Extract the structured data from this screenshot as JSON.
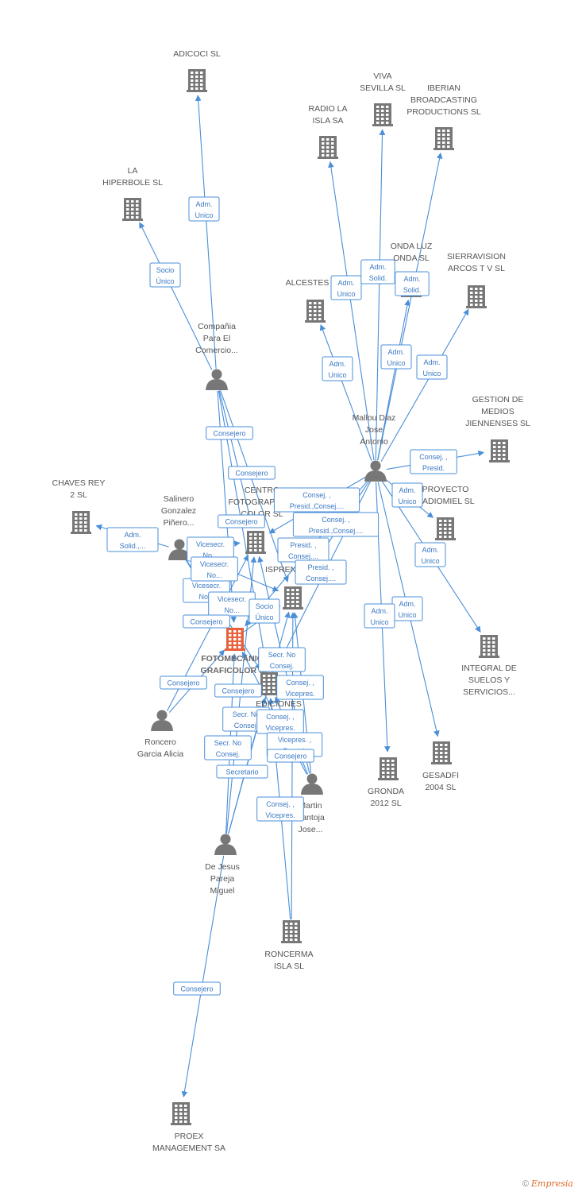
{
  "colors": {
    "edge": "#4a8fd8",
    "company": "#777777",
    "person": "#777777",
    "focus": "#e8603c"
  },
  "nodes": [
    {
      "id": "adicoci",
      "type": "company",
      "label": [
        "ADICOCI SL"
      ]
    },
    {
      "id": "hiperbole",
      "type": "company",
      "label": [
        "LA",
        "HIPERBOLE SL"
      ]
    },
    {
      "id": "compania",
      "type": "person",
      "label": [
        "Compañia",
        "Para El",
        "Comercio..."
      ]
    },
    {
      "id": "viva",
      "type": "company",
      "label": [
        "VIVA",
        "SEVILLA SL"
      ]
    },
    {
      "id": "radio",
      "type": "company",
      "label": [
        "RADIO LA",
        "ISLA SA"
      ]
    },
    {
      "id": "iberian",
      "type": "company",
      "label": [
        "IBERIAN",
        "BROADCASTING",
        "PRODUCTIONS SL"
      ]
    },
    {
      "id": "ondaluz",
      "type": "company",
      "label": [
        "ONDA LUZ",
        "ONDA SL"
      ]
    },
    {
      "id": "sierravision",
      "type": "company",
      "label": [
        "SIERRAVISION",
        "ARCOS T V SL"
      ]
    },
    {
      "id": "alcestes",
      "type": "company",
      "label": [
        "ALCESTES"
      ]
    },
    {
      "id": "mallou",
      "type": "person",
      "label": [
        "Mallou Diaz",
        "Jose",
        "Antonio"
      ]
    },
    {
      "id": "gestion",
      "type": "company",
      "label": [
        "GESTION DE",
        "MEDIOS",
        "JIENNENSES SL"
      ]
    },
    {
      "id": "chaves",
      "type": "company",
      "label": [
        "CHAVES REY",
        "2  SL"
      ]
    },
    {
      "id": "salinero",
      "type": "person",
      "label": [
        "Salinero",
        "Gonzalez",
        "Piñero..."
      ]
    },
    {
      "id": "centro",
      "type": "company",
      "label": [
        "CENTRO",
        "FOTOGRAPHICO",
        "COLOR SL"
      ]
    },
    {
      "id": "proyecto",
      "type": "company",
      "label": [
        "PROYECTO",
        "RADIOMIEL SL"
      ]
    },
    {
      "id": "ispren",
      "type": "company",
      "label": [
        "ISPREN..."
      ]
    },
    {
      "id": "fotomecanica",
      "type": "focus",
      "label": [
        "FOTOMECANICA",
        "GRAFICOLOR SL"
      ]
    },
    {
      "id": "ediciones",
      "type": "company",
      "label": [
        "EDICIONES"
      ]
    },
    {
      "id": "integral",
      "type": "company",
      "label": [
        "INTEGRAL DE",
        "SUELOS Y",
        "SERVICIOS..."
      ]
    },
    {
      "id": "roncero",
      "type": "person",
      "label": [
        "Roncero",
        "Garcia Alicia"
      ]
    },
    {
      "id": "martin",
      "type": "person",
      "label": [
        "Martin",
        "Santoja",
        "Jose..."
      ]
    },
    {
      "id": "gronda",
      "type": "company",
      "label": [
        "GRONDA",
        "2012 SL"
      ]
    },
    {
      "id": "gesadfi",
      "type": "company",
      "label": [
        "GESADFI",
        "2004 SL"
      ]
    },
    {
      "id": "dejesus",
      "type": "person",
      "label": [
        "De Jesus",
        "Pareja",
        "Miguel"
      ]
    },
    {
      "id": "roncerma",
      "type": "company",
      "label": [
        "RONCERMA",
        "ISLA  SL"
      ]
    },
    {
      "id": "proex",
      "type": "company",
      "label": [
        "PROEX",
        "MANAGEMENT SA"
      ]
    }
  ],
  "edges": [
    {
      "from": "compania",
      "to": "adicoci",
      "label": [
        "Adm.",
        "Unico"
      ]
    },
    {
      "from": "compania",
      "to": "hiperbole",
      "label": [
        "Socio",
        "Único"
      ]
    },
    {
      "from": "mallou",
      "to": "radio",
      "label": [
        "Adm.",
        "Unico"
      ]
    },
    {
      "from": "mallou",
      "to": "viva",
      "label": [
        "Adm.",
        "Solid."
      ]
    },
    {
      "from": "mallou",
      "to": "ondaluz",
      "label": [
        "Adm.",
        "Solid."
      ]
    },
    {
      "from": "mallou",
      "to": "iberian",
      "label": [
        "Adm.",
        "Unico"
      ]
    },
    {
      "from": "mallou",
      "to": "alcestes",
      "label": [
        "Adm.",
        "Unico"
      ]
    },
    {
      "from": "mallou",
      "to": "sierravision",
      "label": [
        "Adm.",
        "Unico"
      ]
    },
    {
      "from": "mallou",
      "to": "gestion",
      "label": [
        "Consej. ,",
        "Presid."
      ]
    },
    {
      "from": "mallou",
      "to": "proyecto",
      "label": [
        "Adm.",
        "Unico"
      ]
    },
    {
      "from": "mallou",
      "to": "integral",
      "label": [
        "Adm.",
        "Unico"
      ]
    },
    {
      "from": "mallou",
      "to": "gesadfi",
      "label": [
        "Adm.",
        "Unico"
      ]
    },
    {
      "from": "mallou",
      "to": "gronda",
      "label": [
        "Adm.",
        "Unico"
      ]
    },
    {
      "from": "mallou",
      "to": "centro",
      "label": [
        "Consej. ,",
        "Presid.,Consej...."
      ]
    },
    {
      "from": "mallou",
      "to": "ispren",
      "label": [
        "Consej. ,",
        "Presid.,Consej...."
      ]
    },
    {
      "from": "mallou",
      "to": "fotomecanica",
      "label": [
        "Presid. ,",
        "Consej...."
      ]
    },
    {
      "from": "mallou",
      "to": "ediciones",
      "label": [
        "Presid. ,",
        "Consej...."
      ]
    },
    {
      "from": "salinero",
      "to": "chaves",
      "label": [
        "Adm.",
        "Solid.,..."
      ]
    },
    {
      "from": "compania",
      "to": "fotomecanica",
      "label": [
        "Consejero"
      ]
    },
    {
      "from": "compania",
      "to": "centro",
      "label": [
        "Consejero"
      ]
    },
    {
      "from": "compania",
      "to": "ispren",
      "label": [
        "Consejero"
      ]
    },
    {
      "from": "compania",
      "to": "ediciones",
      "label": [
        "Consejero"
      ]
    },
    {
      "from": "salinero",
      "to": "fotomecanica",
      "label": [
        "Vicesecr.",
        "No..."
      ]
    },
    {
      "from": "salinero",
      "to": "centro",
      "label": [
        "Vicesecr.",
        "No..."
      ]
    },
    {
      "from": "salinero",
      "to": "ispren",
      "label": [
        "Vicesecr.",
        "No..."
      ]
    },
    {
      "from": "salinero",
      "to": "ediciones",
      "label": [
        "Vicesecr.",
        "No..."
      ]
    },
    {
      "from": "fotomecanica",
      "to": "ispren",
      "label": [
        "Socio",
        "Único"
      ]
    },
    {
      "from": "roncero",
      "to": "fotomecanica",
      "label": [
        "Consejero"
      ]
    },
    {
      "from": "roncero",
      "to": "centro",
      "label": [
        "Consejero"
      ]
    },
    {
      "from": "dejesus",
      "to": "fotomecanica",
      "label": [
        "Secr.  No",
        "Consej."
      ]
    },
    {
      "from": "dejesus",
      "to": "centro",
      "label": [
        "Secr.  No",
        "Consej."
      ]
    },
    {
      "from": "dejesus",
      "to": "ispren",
      "label": [
        "Secretario"
      ]
    },
    {
      "from": "dejesus",
      "to": "ediciones",
      "label": [
        "Secr.  No",
        "Consej."
      ]
    },
    {
      "from": "martin",
      "to": "fotomecanica",
      "label": [
        "Consej. ,",
        "Vicepres."
      ]
    },
    {
      "from": "martin",
      "to": "centro",
      "label": [
        "Consej. ,",
        "Vicepres."
      ]
    },
    {
      "from": "martin",
      "to": "ispren",
      "label": [
        "Vicepres. ,",
        "Consej."
      ]
    },
    {
      "from": "martin",
      "to": "ediciones",
      "label": [
        "Consej. ,",
        "Vicepres."
      ]
    },
    {
      "from": "roncerma",
      "to": "ediciones",
      "label": [
        "Consejero"
      ]
    },
    {
      "from": "roncerma",
      "to": "ispren",
      "label": [
        "Consejero"
      ]
    },
    {
      "from": "dejesus",
      "to": "proex",
      "label": [
        "Secretario"
      ]
    }
  ],
  "footer": {
    "symbol": "©",
    "brand": "Empresia"
  }
}
